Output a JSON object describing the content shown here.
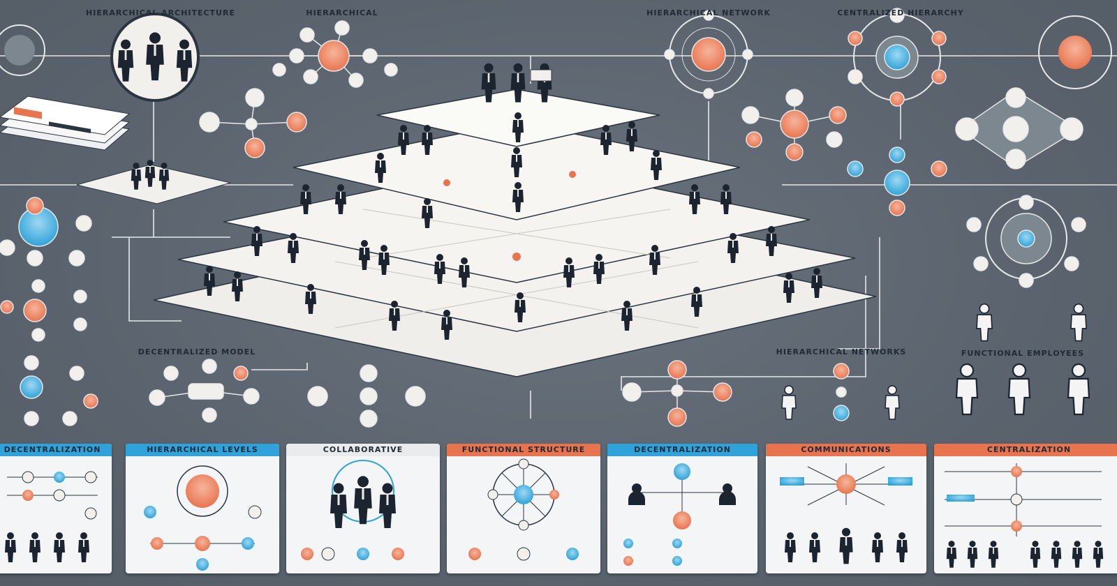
{
  "headings": {
    "top_1": "HIERARCHICAL ARCHITECTURE",
    "top_2": "HIERARCHICAL",
    "top_3": "HIERARCHICAL NETWORK",
    "top_4": "CENTRALIZED HIERARCHY",
    "mid_left": "DECENTRALIZED MODEL",
    "mid_right": "HIERARCHICAL NETWORKS",
    "mid_far_right": "FUNCTIONAL EMPLOYEES"
  },
  "cards": [
    {
      "title": "DECENTRALIZATION",
      "accent": "#2fa3d9"
    },
    {
      "title": "HIERARCHICAL LEVELS",
      "accent": "#2fa3d9"
    },
    {
      "title": "COLLABORATIVE",
      "accent": "#2fa3d9"
    },
    {
      "title": "FUNCTIONAL STRUCTURE",
      "accent": "#e8744f"
    },
    {
      "title": "DECENTRALIZATION",
      "accent": "#2fa3d9"
    },
    {
      "title": "COMMUNICATIONS",
      "accent": "#e8744f"
    },
    {
      "title": "CENTRALIZATION",
      "accent": "#e8744f"
    }
  ],
  "colors": {
    "background": "#5d6670",
    "platform": "#f2f0ec",
    "accent_orange": "#e8744f",
    "accent_blue": "#2fa3d9",
    "line": "#e6e8ea"
  }
}
